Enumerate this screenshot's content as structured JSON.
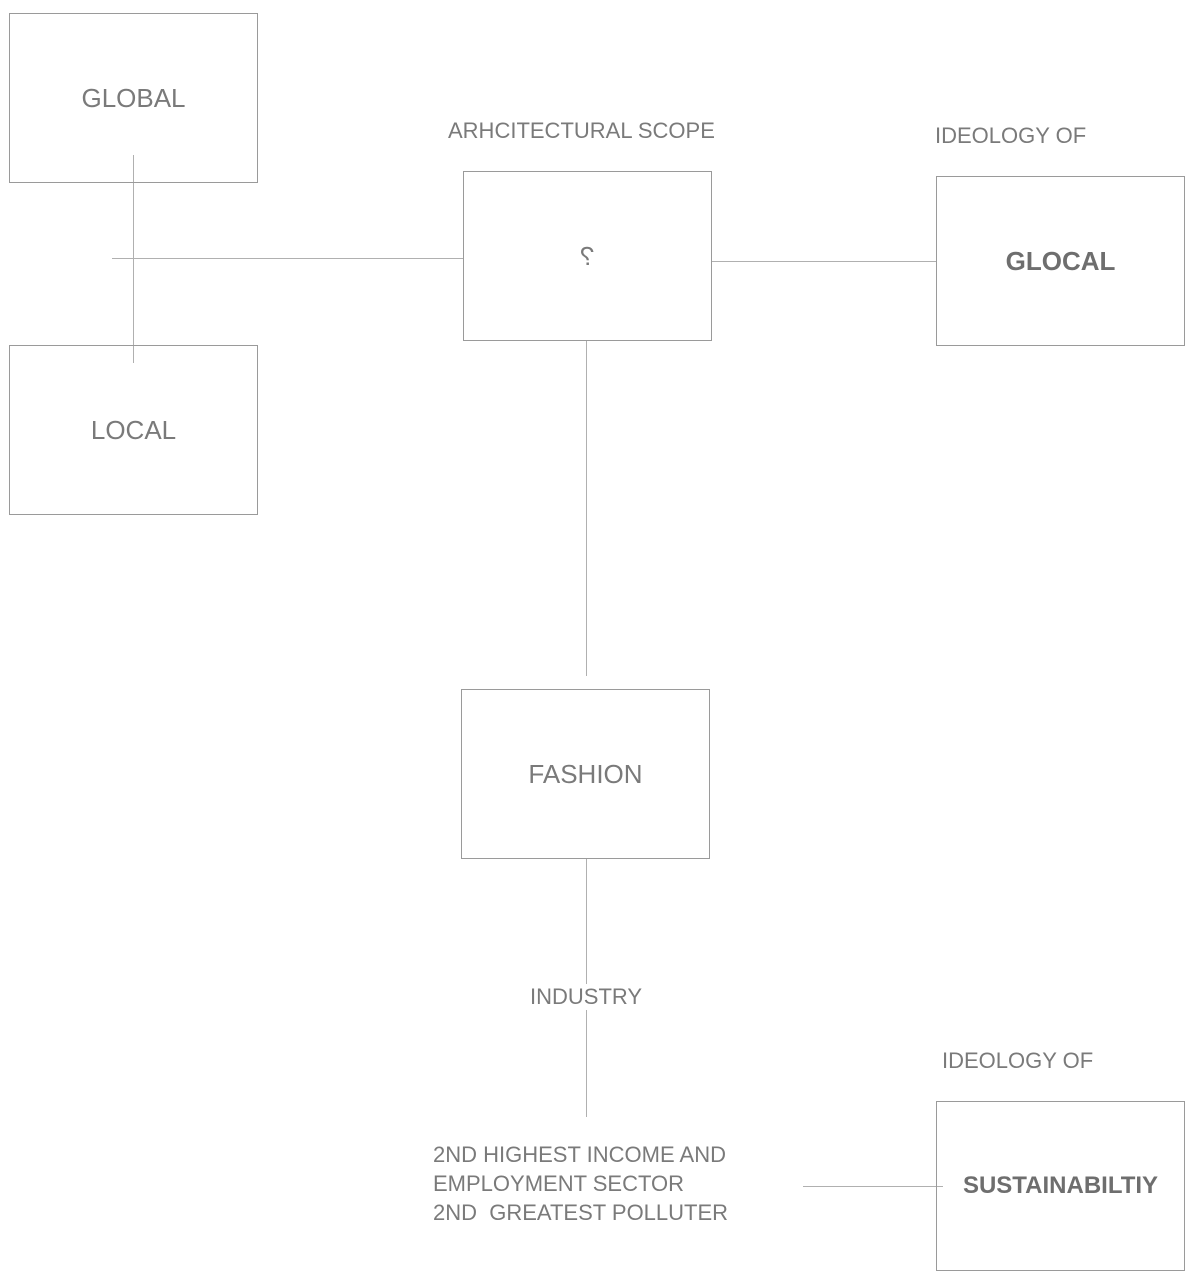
{
  "nodes": {
    "global": "GLOBAL",
    "local": "LOCAL",
    "center": "?",
    "glocal": "GLOCAL",
    "fashion": "FASHION",
    "sustainability": "SUSTAINABILTIY"
  },
  "labels": {
    "scope": "ARHCITECTURAL SCOPE",
    "ideology_glocal": "IDEOLOGY OF",
    "ideology_sustainability": "IDEOLOGY OF",
    "industry": "INDUSTRY",
    "facts": [
      "2ND HIGHEST INCOME AND",
      "EMPLOYMENT SECTOR",
      "2ND  GREATEST POLLUTER"
    ]
  }
}
